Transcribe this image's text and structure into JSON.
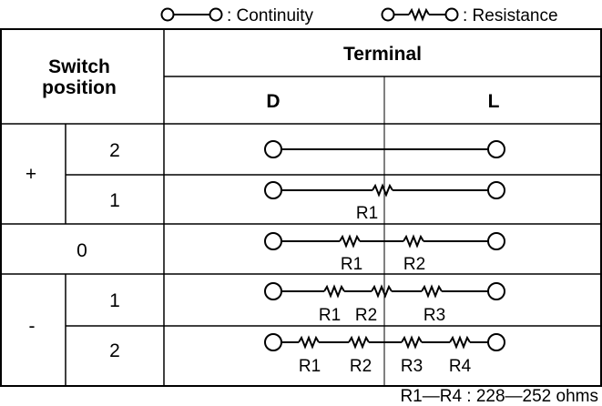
{
  "legend": {
    "continuity": ": Continuity",
    "resistance": ": Resistance"
  },
  "table": {
    "header_switch_line1": "Switch",
    "header_switch_line2": "position",
    "header_terminal": "Terminal",
    "terminal_d": "D",
    "terminal_l": "L",
    "groups": [
      {
        "label": "+",
        "rows": [
          "2",
          "1"
        ]
      },
      {
        "label": "0",
        "rows": []
      },
      {
        "label": "-",
        "rows": [
          "1",
          "2"
        ]
      }
    ],
    "resistor_labels": {
      "row_plus_1": [
        "R1"
      ],
      "row_zero": [
        "R1",
        "R2"
      ],
      "row_minus_1": [
        "R1",
        "R2",
        "R3"
      ],
      "row_minus_2": [
        "R1",
        "R2",
        "R3",
        "R4"
      ]
    }
  },
  "footnote": "R1—R4 : 228—252 ohms"
}
